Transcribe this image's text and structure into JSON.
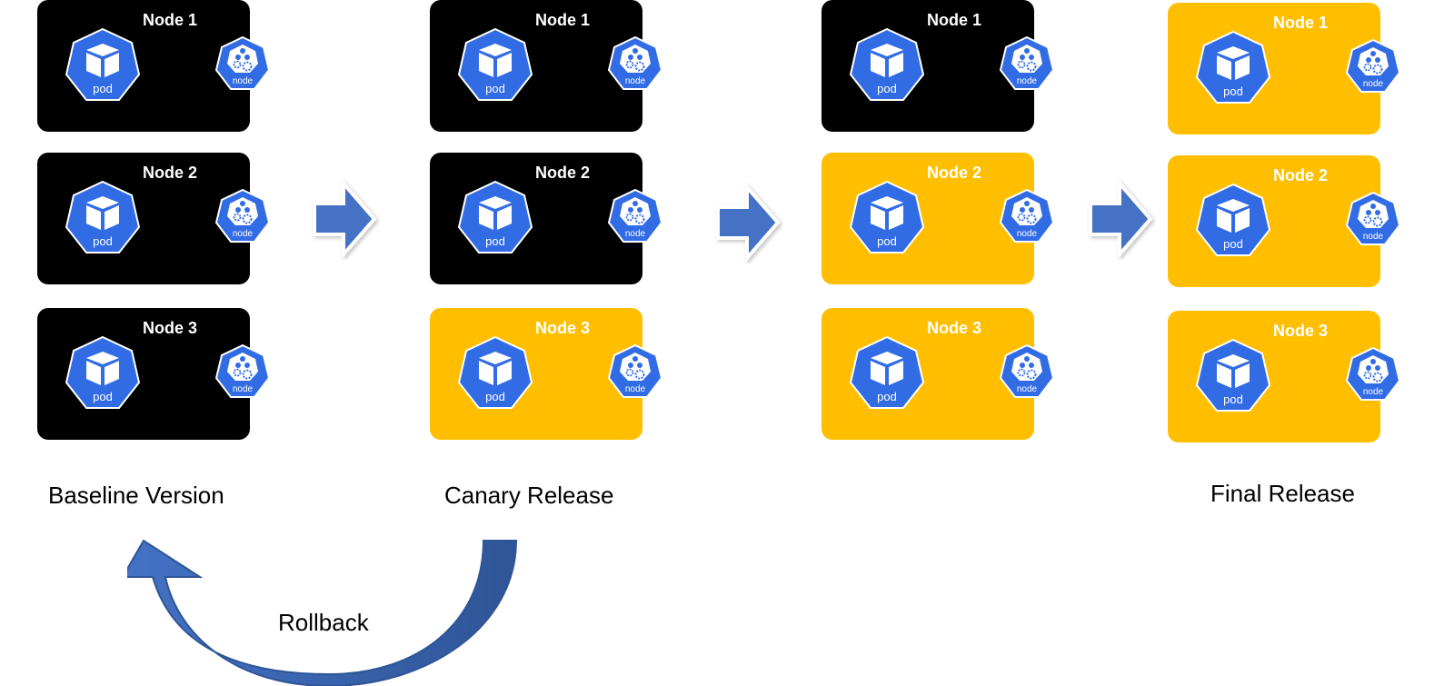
{
  "stages": [
    {
      "label": "Baseline Version",
      "nodes": [
        {
          "title": "Node 1",
          "version": "baseline",
          "pod_label": "pod",
          "node_label": "node"
        },
        {
          "title": "Node 2",
          "version": "baseline",
          "pod_label": "pod",
          "node_label": "node"
        },
        {
          "title": "Node 3",
          "version": "baseline",
          "pod_label": "pod",
          "node_label": "node"
        }
      ]
    },
    {
      "label": "Canary Release",
      "nodes": [
        {
          "title": "Node 1",
          "version": "baseline",
          "pod_label": "pod",
          "node_label": "node"
        },
        {
          "title": "Node 2",
          "version": "baseline",
          "pod_label": "pod",
          "node_label": "node"
        },
        {
          "title": "Node 3",
          "version": "canary",
          "pod_label": "pod",
          "node_label": "node"
        }
      ]
    },
    {
      "label": "",
      "nodes": [
        {
          "title": "Node 1",
          "version": "baseline",
          "pod_label": "pod",
          "node_label": "node"
        },
        {
          "title": "Node 2",
          "version": "canary",
          "pod_label": "pod",
          "node_label": "node"
        },
        {
          "title": "Node 3",
          "version": "canary",
          "pod_label": "pod",
          "node_label": "node"
        }
      ]
    },
    {
      "label": "Final Release",
      "nodes": [
        {
          "title": "Node 1",
          "version": "canary",
          "pod_label": "pod",
          "node_label": "node"
        },
        {
          "title": "Node 2",
          "version": "canary",
          "pod_label": "pod",
          "node_label": "node"
        },
        {
          "title": "Node 3",
          "version": "canary",
          "pod_label": "pod",
          "node_label": "node"
        }
      ]
    }
  ],
  "transitions": [
    "arrow-right-icon",
    "arrow-right-icon",
    "arrow-right-icon"
  ],
  "rollback": {
    "label": "Rollback",
    "icon": "curved-arrow-icon"
  },
  "colors": {
    "baseline": "#000000",
    "canary": "#FFBF00",
    "k8s_blue": "#326CE5",
    "arrow_blue": "#4472C4",
    "rollback_dark": "#2F5597"
  }
}
